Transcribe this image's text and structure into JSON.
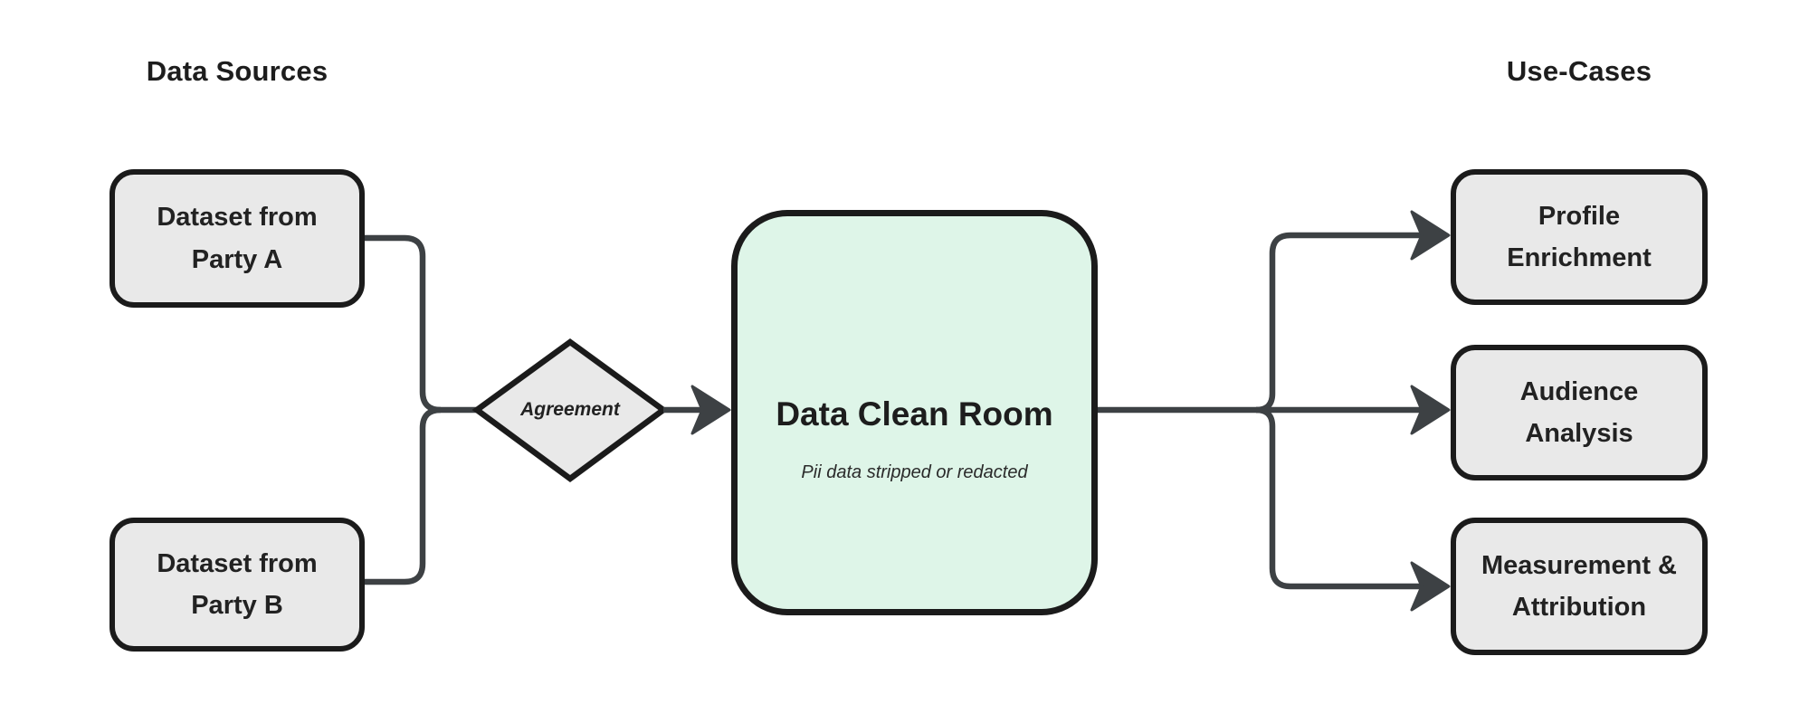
{
  "headings": {
    "data_sources": "Data Sources",
    "use_cases": "Use-Cases"
  },
  "data_sources": [
    {
      "label": "Dataset from Party A"
    },
    {
      "label": "Dataset from Party B"
    }
  ],
  "decision": {
    "label": "Agreement"
  },
  "clean_room": {
    "title": "Data Clean Room",
    "subtitle": "Pii data stripped or redacted"
  },
  "use_cases": [
    {
      "label": "Profile Enrichment"
    },
    {
      "label": "Audience Analysis"
    },
    {
      "label": "Measurement & Attribution"
    }
  ],
  "colors": {
    "background": "#ffffff",
    "node_fill": "#e9e9e9",
    "node_border": "#1b1b1b",
    "clean_room_fill": "#def5e8",
    "connector": "#3d4144",
    "text": "#1f1f1f"
  }
}
